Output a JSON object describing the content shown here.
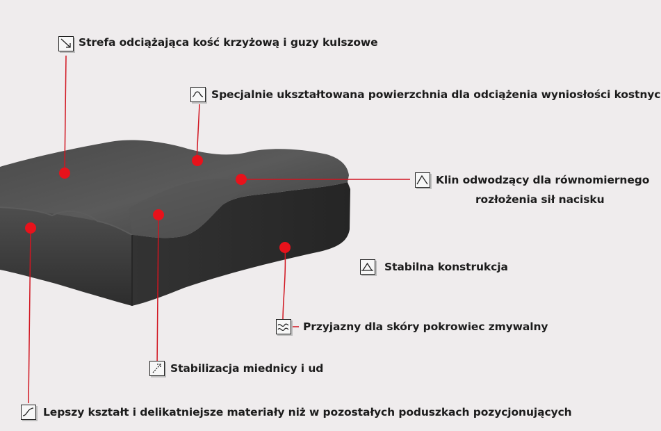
{
  "features": {
    "f1": {
      "text": "Strefa odciążająca kość krzyżową i guzy kulszowe",
      "icon": "diagonal-arrow-icon"
    },
    "f2": {
      "text": "Specjalnie ukształtowana powierzchnia dla odciążenia wyniosłości kostnych",
      "icon": "contour-shape-icon"
    },
    "f3": {
      "line1": "Klin odwodzący dla równomiernego",
      "line2": "rozłożenia sił nacisku",
      "icon": "wedge-icon"
    },
    "f4": {
      "text": "Stabilna konstrukcja",
      "icon": "stable-triangle-icon"
    },
    "f5": {
      "text": "Przyjazny dla skóry pokrowiec zmywalny",
      "icon": "waves-icon"
    },
    "f6": {
      "text": "Stabilizacja miednicy i ud",
      "icon": "stabilize-arrow-icon"
    },
    "f7": {
      "text": "Lepszy kształt i delikatniejsze materiały niż w pozostałych poduszkach pozycjonujących",
      "icon": "curve-icon"
    }
  },
  "colors": {
    "marker": "#e8121b",
    "cushion": "#3a3a3a",
    "background": "#efeced"
  }
}
